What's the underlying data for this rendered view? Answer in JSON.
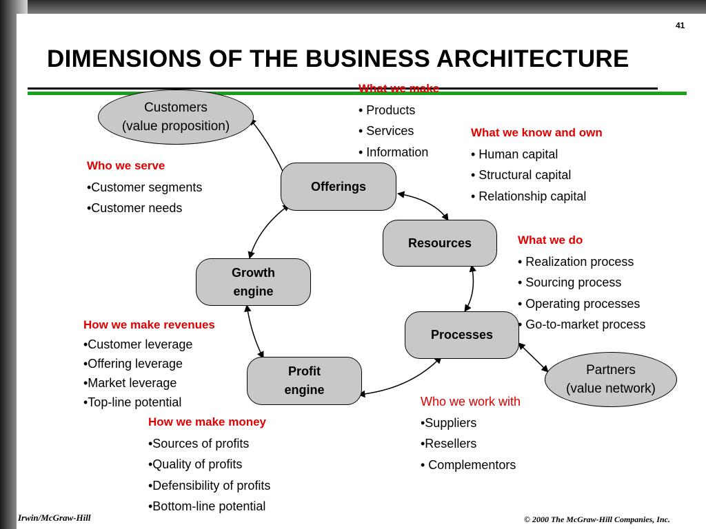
{
  "page_number": "41",
  "title": "DIMENSIONS OF THE BUSINESS ARCHITECTURE",
  "nodes": {
    "customers": "Customers\n(value proposition)",
    "offerings": "Offerings",
    "resources": "Resources",
    "growth": "Growth\nengine",
    "processes": "Processes",
    "profit": "Profit\nengine",
    "partners": "Partners\n(value network)"
  },
  "blocks": {
    "what_we_make": {
      "heading": "What we make",
      "items": [
        "• Products",
        "• Services",
        "• Information"
      ]
    },
    "who_we_serve": {
      "heading": "Who we serve",
      "items": [
        "•Customer segments",
        "•Customer needs"
      ]
    },
    "know_and_own": {
      "heading": "What we know and own",
      "items": [
        "• Human capital",
        "• Structural capital",
        "• Relationship capital"
      ]
    },
    "what_we_do": {
      "heading": "What we do",
      "items": [
        "• Realization process",
        "• Sourcing process",
        "• Operating processes",
        "• Go-to-market process"
      ]
    },
    "make_revenues": {
      "heading": "How we make revenues",
      "items": [
        "•Customer leverage",
        "•Offering leverage",
        "•Market leverage",
        "•Top-line potential"
      ]
    },
    "work_with": {
      "heading": "Who we work with",
      "items": [
        "•Suppliers",
        "•Resellers",
        "• Complementors"
      ]
    },
    "make_money": {
      "heading": "How we make money",
      "items": [
        "•Sources of profits",
        "•Quality of profits",
        "•Defensibility of profits",
        "•Bottom-line potential"
      ]
    }
  },
  "footer": {
    "left": "Irwin/McGraw-Hill",
    "right": "© 2000 The McGraw-Hill Companies, Inc."
  },
  "colors": {
    "heading_red": "#e00000",
    "node_fill": "#c8c8c8",
    "rule_green": "#1aa01a"
  }
}
